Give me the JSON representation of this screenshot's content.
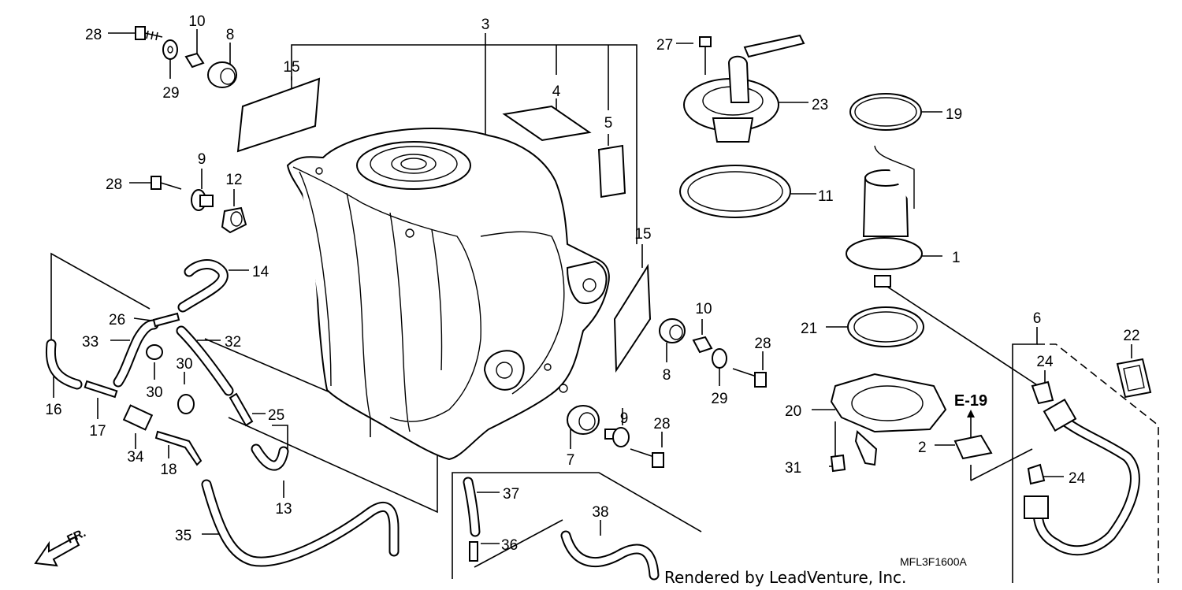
{
  "diagram": {
    "drawing_code": "MFL3F1600A",
    "credit": "Rendered by LeadVenture, Inc.",
    "reference_label": "E-19",
    "direction_label": "FR.",
    "callouts": [
      "1",
      "2",
      "3",
      "4",
      "5",
      "6",
      "7",
      "8",
      "8",
      "9",
      "9",
      "10",
      "10",
      "11",
      "12",
      "13",
      "14",
      "15",
      "15",
      "16",
      "17",
      "18",
      "19",
      "20",
      "21",
      "22",
      "23",
      "24",
      "24",
      "25",
      "26",
      "27",
      "28",
      "28",
      "28",
      "28",
      "29",
      "29",
      "30",
      "30",
      "31",
      "32",
      "33",
      "34",
      "35",
      "36",
      "37",
      "38"
    ]
  },
  "colors": {
    "line": "#000000",
    "background": "#ffffff"
  }
}
